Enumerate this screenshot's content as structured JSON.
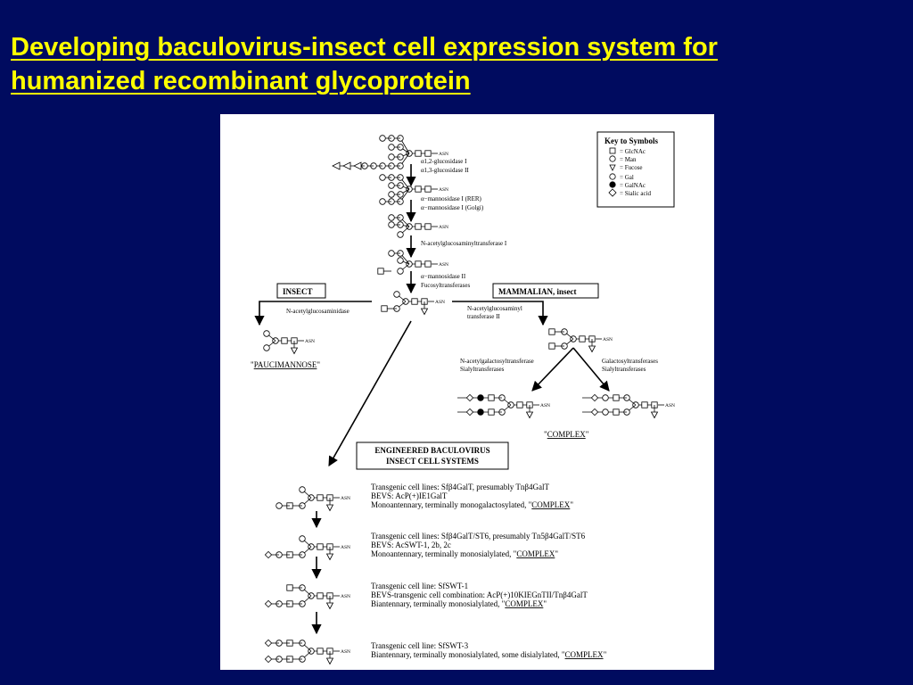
{
  "slide": {
    "title_line1": "Developing baculovirus-insect cell expression system for",
    "title_line2": "humanized recombinant glycoprotein",
    "title_color": "#ffff00",
    "background_color": "#000b5f"
  },
  "key": {
    "title": "Key to Symbols",
    "items": [
      {
        "symbol": "square",
        "label": "= GlcNAc"
      },
      {
        "symbol": "circle",
        "label": "= Man"
      },
      {
        "symbol": "triangle",
        "label": "= Fucose"
      },
      {
        "symbol": "circle",
        "label": "= Gal"
      },
      {
        "symbol": "filled-circle",
        "label": "= GalNAc"
      },
      {
        "symbol": "diamond",
        "label": "= Sialic acid"
      }
    ]
  },
  "asn": "ASN",
  "pathway": {
    "step1_enzyme1": "α1,2-glucosidase I",
    "step1_enzyme2": "α1,3-glucosidase II",
    "step2_enzyme1": "α−mannosidase I (RER)",
    "step2_enzyme2": "α−mannosidase I (Golgi)",
    "step3_enzyme": "N-acetylglucosaminyltransferase I",
    "step4_enzyme1": "α−mannosidase II",
    "step4_enzyme2": "Fucosyltransferases"
  },
  "insect": {
    "box_label": "INSECT",
    "enzyme": "N-acetylglucosaminidase",
    "product_quote_open": "\"",
    "product": "PAUCIMANNOSE",
    "product_quote_close": "\""
  },
  "mammalian": {
    "box_label": "MAMMALIAN, insect",
    "enzyme_line1": "N-acetylglucosaminyl",
    "enzyme_line2": "transferase II",
    "left_enzyme1": "N-acetylgalactosyltransferase",
    "left_enzyme2": "Sialyltransferases",
    "right_enzyme1": "Galactosyltransferases",
    "right_enzyme2": "Sialyltransferases",
    "product_quote_open": "\"",
    "product": "COMPLEX",
    "product_quote_close": "\""
  },
  "engineered": {
    "box_line1": "ENGINEERED BACULOVIRUS",
    "box_line2": "INSECT CELL SYSTEMS",
    "entries": [
      {
        "line1": "Transgenic cell lines:  Sfβ4GalT, presumably Tnβ4GalT",
        "line2": "BEVS:  AcP(+)IE1GalT",
        "line3_pre": "Monoantennary, terminally monogalactosylated, \"",
        "line3_link": "COMPLEX",
        "line3_post": "\""
      },
      {
        "line1": "Transgenic cell lines:  Sfβ4GalT/ST6, presumably Tn5β4GalT/ST6",
        "line2": "BEVS:  AcSWT-1, 2b, 2c",
        "line3_pre": "Monoantennary, terminally monosialylated, \"",
        "line3_link": "COMPLEX",
        "line3_post": "\""
      },
      {
        "line1": "Transgenic cell line:  SfSWT-1",
        "line2": "BEVS-transgenic cell combination:  AcP(+)10KIEGnTII/Tnβ4GalT",
        "line3_pre": "Biantennary, terminally monosialylated, \"",
        "line3_link": "COMPLEX",
        "line3_post": "\""
      },
      {
        "line1": "Transgenic cell line:  SfSWT-3",
        "line2_pre": "Biantennary, terminally monosialylated, some disialylated, \"",
        "line2_link": "COMPLEX",
        "line2_post": "\""
      }
    ]
  }
}
